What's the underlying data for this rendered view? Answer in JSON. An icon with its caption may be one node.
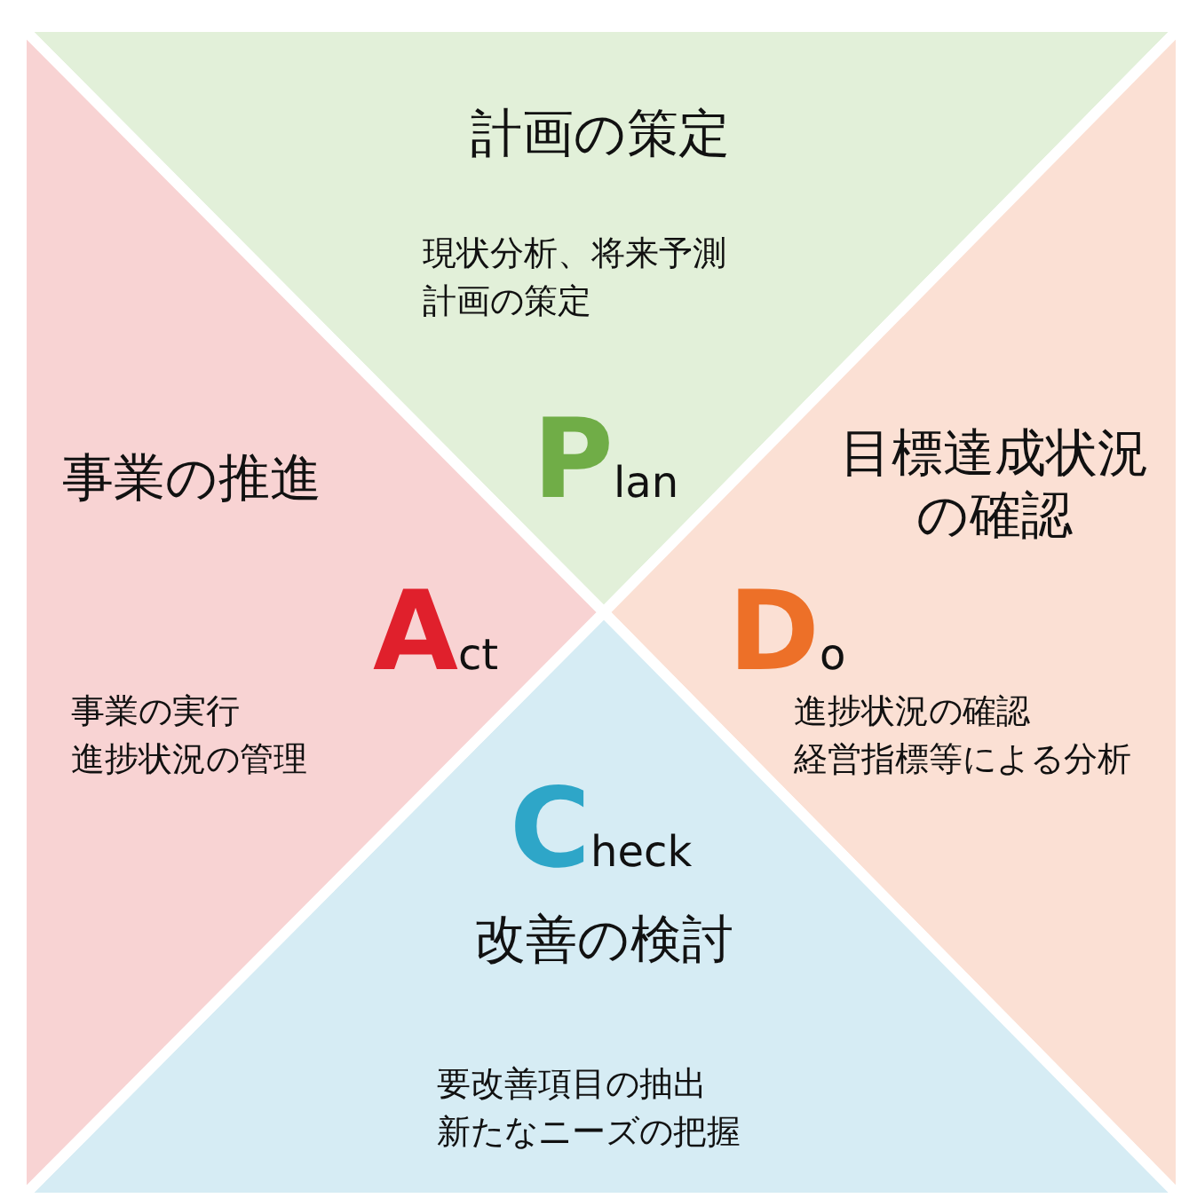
{
  "diagram": {
    "nodes": [
      {
        "text": [
          "計画の策定",
          "現状分析、将来予測",
          "計画の策定",
          "Plan"
        ]
      },
      {
        "text": [
          "目標達成状況の確認",
          "Do",
          "進捗状況の確認",
          "経営指標等による分析"
        ]
      },
      {
        "text": [
          "Check",
          "改善の検討",
          "要改善項目の抽出",
          "新たなニーズの把握"
        ]
      },
      {
        "text": [
          "事業の推進",
          "Act",
          "事業の実行",
          "進捗状況の管理"
        ]
      }
    ]
  }
}
